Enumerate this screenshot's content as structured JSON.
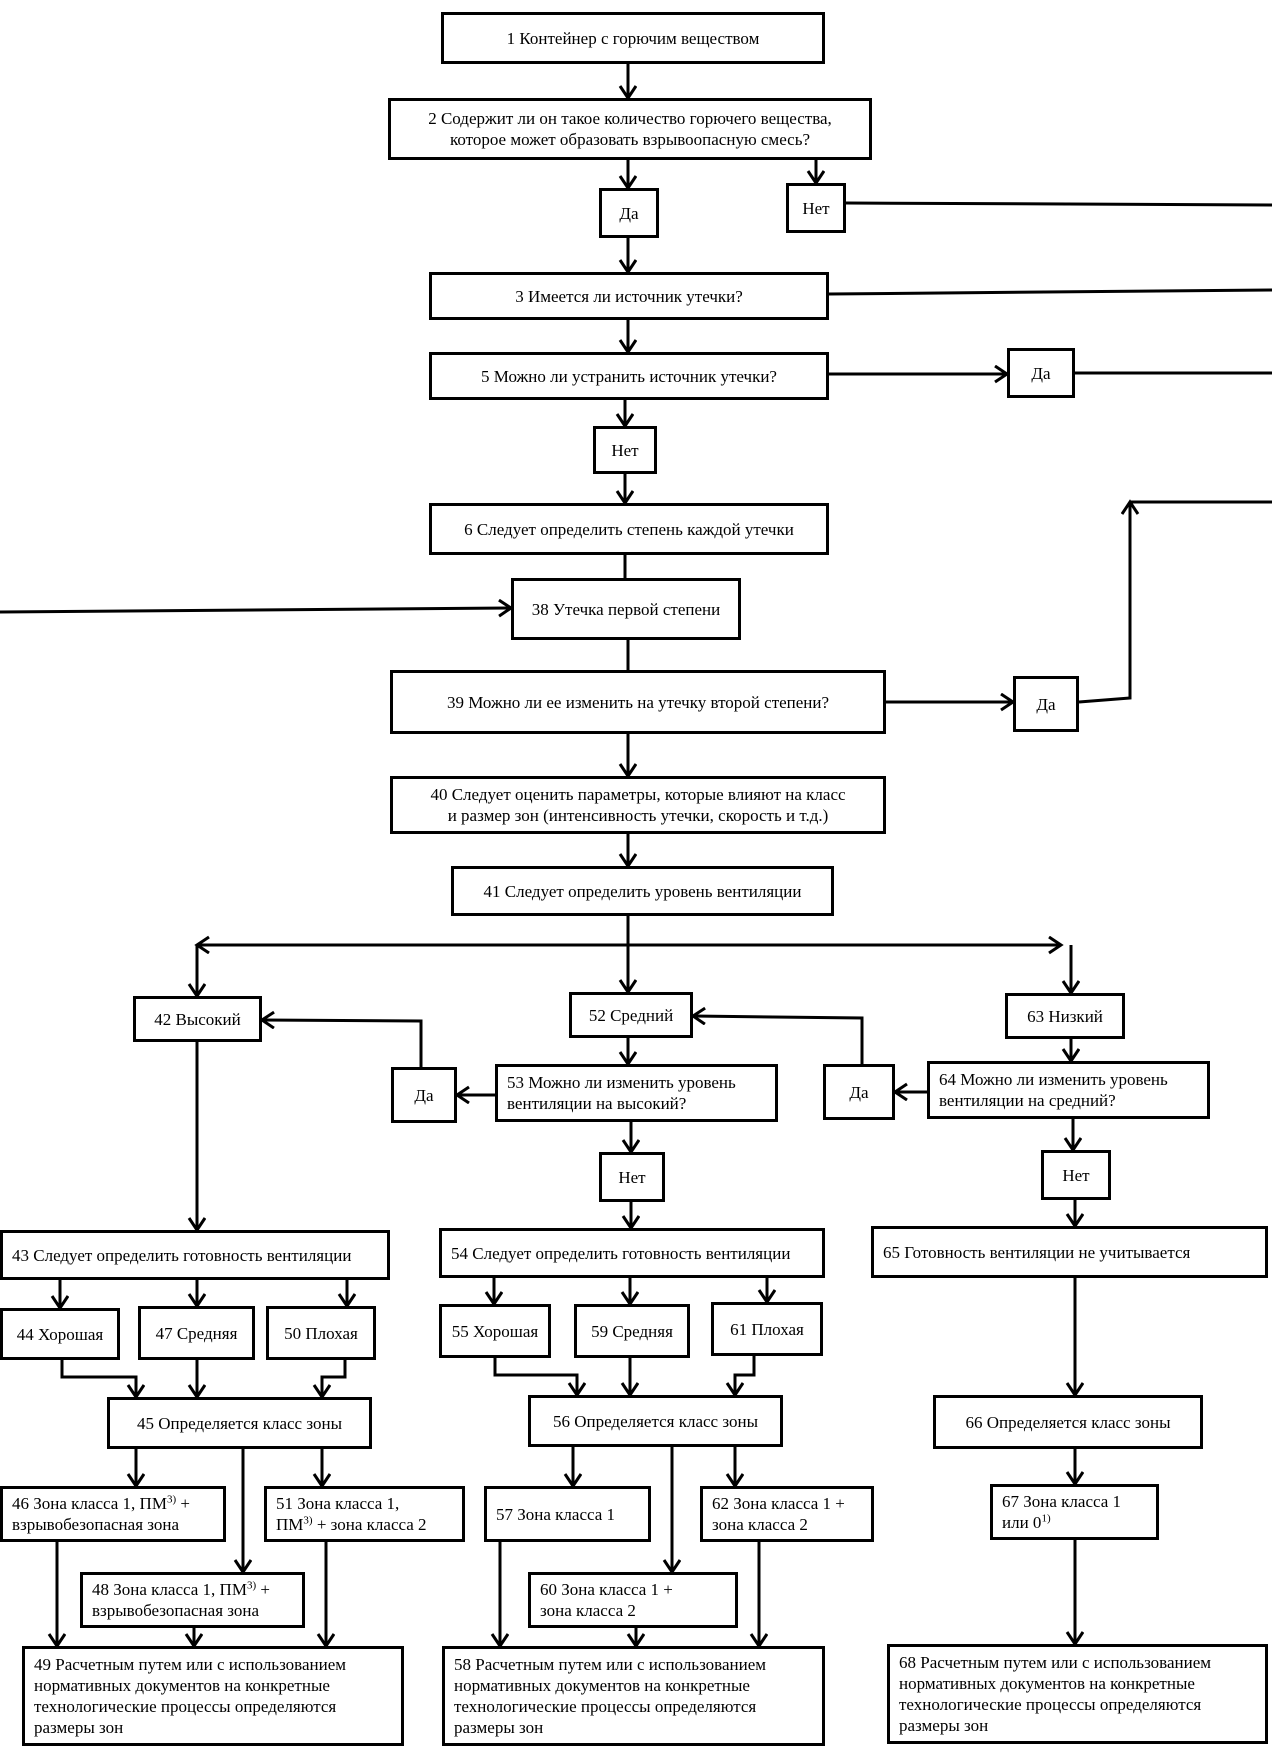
{
  "nodes": [
    {
      "id": "n1",
      "text": "1  Контейнер с горючим веществом"
    },
    {
      "id": "n2",
      "text": "2  Содержит ли он такое количество горючего вещества,\nкоторое может образовать взрывоопасную смесь?"
    },
    {
      "id": "n2-da",
      "text": "Да"
    },
    {
      "id": "n2-net",
      "text": "Нет"
    },
    {
      "id": "n3",
      "text": "3  Имеется ли источник утечки?"
    },
    {
      "id": "n5",
      "text": "5  Можно ли устранить источник утечки?"
    },
    {
      "id": "n5-da",
      "text": "Да"
    },
    {
      "id": "n5-net",
      "text": "Нет"
    },
    {
      "id": "n6",
      "text": "6  Следует определить степень каждой утечки"
    },
    {
      "id": "n38",
      "text": "38  Утечка первой степени"
    },
    {
      "id": "n39",
      "text": "39  Можно ли ее изменить на утечку второй степени?"
    },
    {
      "id": "n39-da",
      "text": "Да"
    },
    {
      "id": "n40",
      "text": "40  Следует оценить параметры, которые влияют на класс\nи размер зон (интенсивность утечки, скорость и т.д.)"
    },
    {
      "id": "n41",
      "text": "41  Следует определить уровень вентиляции"
    },
    {
      "id": "n42",
      "text": "42  Высокий"
    },
    {
      "id": "n52",
      "text": "52  Средний"
    },
    {
      "id": "n63",
      "text": "63  Низкий"
    },
    {
      "id": "n53-da",
      "text": "Да"
    },
    {
      "id": "n53",
      "text": "53  Можно ли изменить уровень\nвентиляции на высокий?"
    },
    {
      "id": "n64-da",
      "text": "Да"
    },
    {
      "id": "n64",
      "text": "64  Можно ли изменить уровень\nвентиляции на средний?"
    },
    {
      "id": "n53-net",
      "text": "Нет"
    },
    {
      "id": "n64-net",
      "text": "Нет"
    },
    {
      "id": "n43",
      "text": "43  Следует определить готовность вентиляции"
    },
    {
      "id": "n54",
      "text": "54  Следует определить готовность вентиляции"
    },
    {
      "id": "n65",
      "text": "65  Готовность вентиляции не учитывается"
    },
    {
      "id": "n44",
      "text": "44  Хорошая"
    },
    {
      "id": "n47",
      "text": "47  Средняя"
    },
    {
      "id": "n50",
      "text": "50  Плохая"
    },
    {
      "id": "n55",
      "text": "55  Хорошая"
    },
    {
      "id": "n59",
      "text": "59  Средняя"
    },
    {
      "id": "n61",
      "text": "61  Плохая"
    },
    {
      "id": "n45",
      "text": "45  Определяется класс зоны"
    },
    {
      "id": "n56",
      "text": "56  Определяется класс зоны"
    },
    {
      "id": "n66",
      "text": "66  Определяется класс зоны"
    },
    {
      "id": "n46",
      "text": "46  Зона класса 1, ПМ",
      "sup": "3)",
      "rest": " +\nвзрывобезопасная зона"
    },
    {
      "id": "n51",
      "text": "51  Зона класса 1,\nПМ",
      "sup": "3)",
      "rest": " + зона класса 2"
    },
    {
      "id": "n57",
      "text": "57  Зона класса 1"
    },
    {
      "id": "n62",
      "text": "62  Зона класса 1 +\nзона класса 2"
    },
    {
      "id": "n67",
      "text": "67  Зона класса 1\nили 0",
      "sup": "1)",
      "rest": ""
    },
    {
      "id": "n48",
      "text": "48  Зона класса 1, ПМ",
      "sup": "3)",
      "rest": " +\nвзрывобезопасная зона"
    },
    {
      "id": "n60",
      "text": "60  Зона класса 1 +\nзона класса 2"
    },
    {
      "id": "n49",
      "text": "49  Расчетным путем или с использованием\nнормативных документов на конкретные\nтехнологические процессы определяются\nразмеры зон"
    },
    {
      "id": "n58",
      "text": "58  Расчетным путем или с использованием\nнормативных документов на конкретные\nтехнологические процессы определяются\nразмеры зон"
    },
    {
      "id": "n68",
      "text": "68  Расчетным путем или с использованием\nнормативных документов на конкретные\nтехнологические процессы определяются\nразмеры зон"
    }
  ]
}
